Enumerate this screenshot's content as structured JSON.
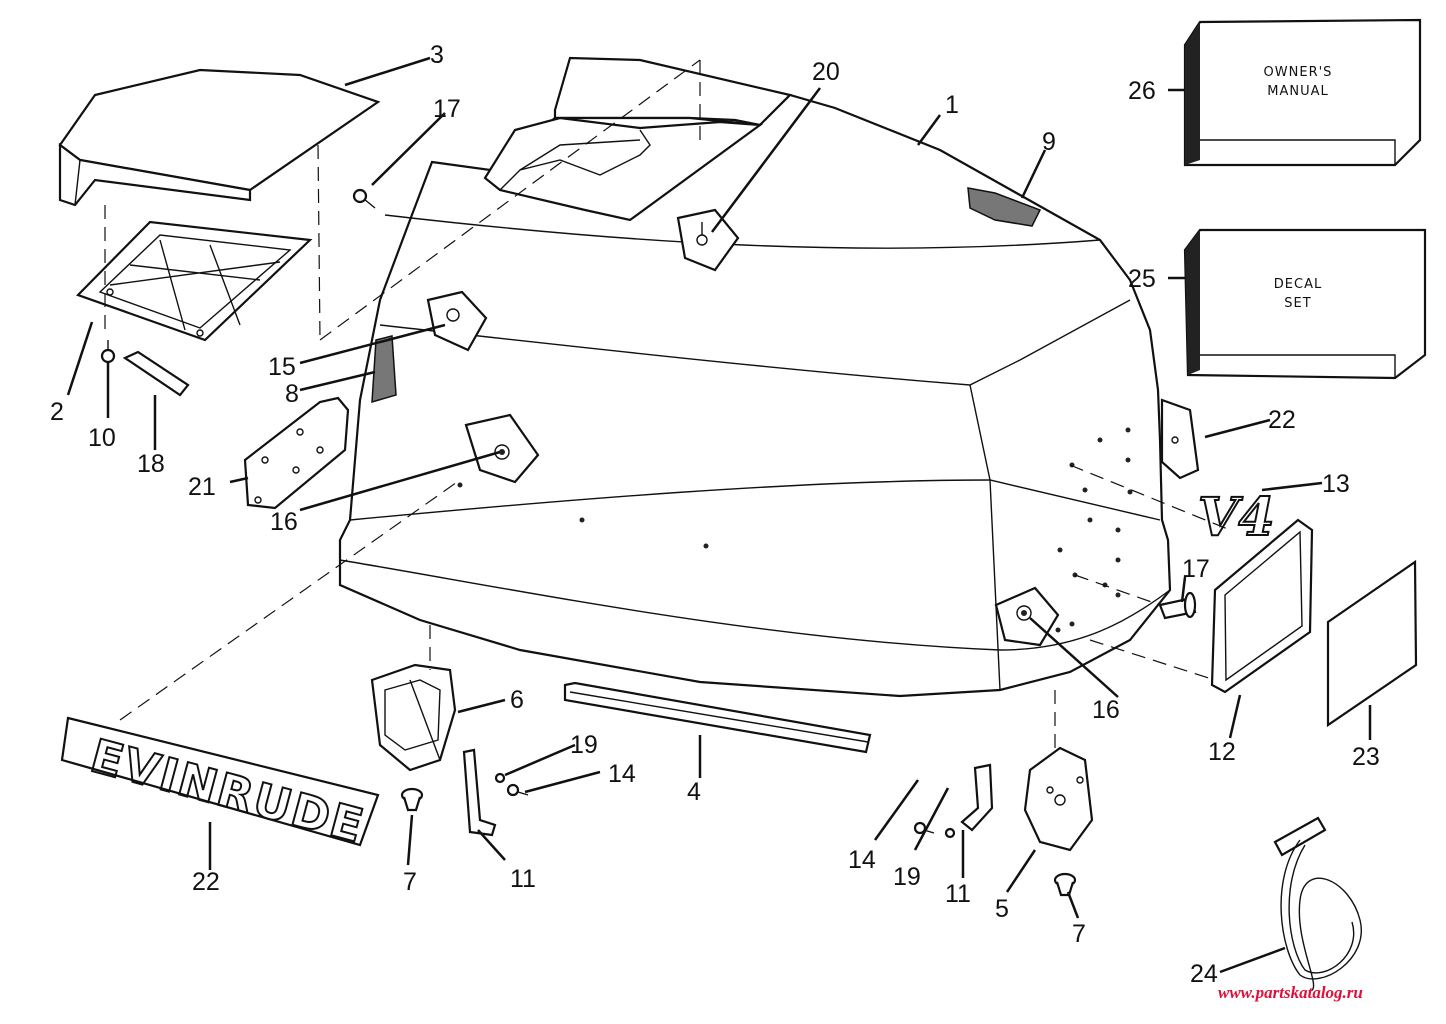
{
  "callouts": [
    {
      "id": "c1",
      "label": "1"
    },
    {
      "id": "c2",
      "label": "2"
    },
    {
      "id": "c3",
      "label": "3"
    },
    {
      "id": "c4",
      "label": "4"
    },
    {
      "id": "c5",
      "label": "5"
    },
    {
      "id": "c6",
      "label": "6"
    },
    {
      "id": "c7a",
      "label": "7"
    },
    {
      "id": "c7b",
      "label": "7"
    },
    {
      "id": "c8",
      "label": "8"
    },
    {
      "id": "c9",
      "label": "9"
    },
    {
      "id": "c10",
      "label": "10"
    },
    {
      "id": "c11a",
      "label": "11"
    },
    {
      "id": "c11b",
      "label": "11"
    },
    {
      "id": "c12",
      "label": "12"
    },
    {
      "id": "c13",
      "label": "13"
    },
    {
      "id": "c14a",
      "label": "14"
    },
    {
      "id": "c14b",
      "label": "14"
    },
    {
      "id": "c15",
      "label": "15"
    },
    {
      "id": "c16a",
      "label": "16"
    },
    {
      "id": "c16b",
      "label": "16"
    },
    {
      "id": "c17a",
      "label": "17"
    },
    {
      "id": "c17b",
      "label": "17"
    },
    {
      "id": "c18",
      "label": "18"
    },
    {
      "id": "c19a",
      "label": "19"
    },
    {
      "id": "c19b",
      "label": "19"
    },
    {
      "id": "c20",
      "label": "20"
    },
    {
      "id": "c21",
      "label": "21"
    },
    {
      "id": "c22a",
      "label": "22"
    },
    {
      "id": "c22b",
      "label": "22"
    },
    {
      "id": "c23",
      "label": "23"
    },
    {
      "id": "c24",
      "label": "24"
    },
    {
      "id": "c25",
      "label": "25"
    },
    {
      "id": "c26",
      "label": "26"
    }
  ],
  "boxes": {
    "owners_manual": [
      "OWNER'S",
      "MANUAL"
    ],
    "decal_set": [
      "DECAL",
      "SET"
    ]
  },
  "decals": {
    "brand_text": "EVINRUDE",
    "model_text": "V4"
  },
  "watermark": "www.partskatalog.ru"
}
